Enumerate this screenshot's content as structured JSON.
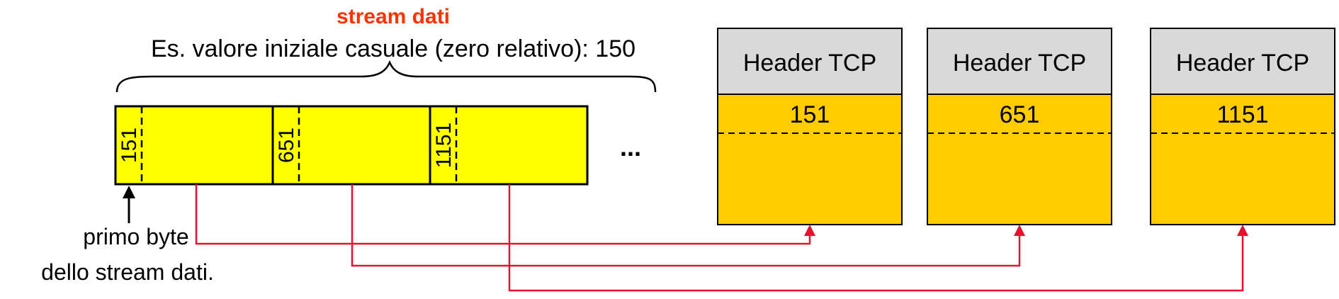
{
  "title": "stream dati",
  "subtitle": "Es. valore iniziale casuale (zero relativo): 150",
  "stream": {
    "segment_numbers": [
      "151",
      "651",
      "1151"
    ],
    "ellipsis": "...",
    "first_byte_label": [
      "primo byte",
      "dello stream dati."
    ]
  },
  "segments": [
    {
      "header": "Header TCP",
      "seq": "151"
    },
    {
      "header": "Header TCP",
      "seq": "651"
    },
    {
      "header": "Header TCP",
      "seq": "1151"
    }
  ],
  "colors": {
    "title": "#ff3300",
    "stream_fill": "#ffff00",
    "segment_fill": "#ffcc00",
    "header_fill": "#d9d9d9",
    "arrow": "#e8112d",
    "stroke": "#000000"
  }
}
